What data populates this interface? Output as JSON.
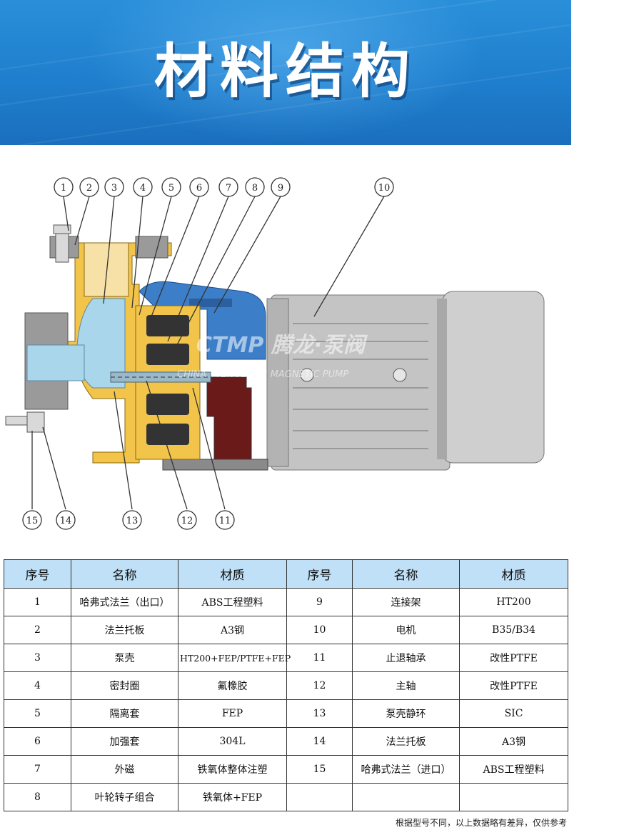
{
  "banner": {
    "title": "材料结构"
  },
  "watermark": {
    "line1": "CTMP 腾龙·泵阀",
    "line2": "CHINA · TENGLONG MAGNETIC PUMP"
  },
  "callouts": [
    "1",
    "2",
    "3",
    "4",
    "5",
    "6",
    "7",
    "8",
    "9",
    "10",
    "11",
    "12",
    "13",
    "14",
    "15"
  ],
  "table": {
    "headers": [
      "序号",
      "名称",
      "材质",
      "序号",
      "名称",
      "材质"
    ],
    "rows": [
      [
        "1",
        "哈弗式法兰（出口）",
        "ABS工程塑料",
        "9",
        "连接架",
        "HT200"
      ],
      [
        "2",
        "法兰托板",
        "A3钢",
        "10",
        "电机",
        "B35/B34"
      ],
      [
        "3",
        "泵壳",
        "HT200+FEP/PTFE+FEP",
        "11",
        "止退轴承",
        "改性PTFE"
      ],
      [
        "4",
        "密封圈",
        "氟橡胶",
        "12",
        "主轴",
        "改性PTFE"
      ],
      [
        "5",
        "隔离套",
        "FEP",
        "13",
        "泵壳静环",
        "SIC"
      ],
      [
        "6",
        "加强套",
        "304L",
        "14",
        "法兰托板",
        "A3钢"
      ],
      [
        "7",
        "外磁",
        "铁氧体整体注塑",
        "15",
        "哈弗式法兰（进口）",
        "ABS工程塑料"
      ],
      [
        "8",
        "叶轮转子组合",
        "铁氧体+FEP",
        "",
        "",
        ""
      ]
    ]
  },
  "footnote": "根据型号不同，以上数据略有差异，仅供参考",
  "colors": {
    "banner": "#1f7fce",
    "header_fill": "#bfe0f7",
    "casing": "#f2c44a",
    "liner": "#a9d6ea",
    "motor": "#c9c9c9",
    "bracket": "#6b1a1a",
    "magnet": "#3d7ec9"
  }
}
